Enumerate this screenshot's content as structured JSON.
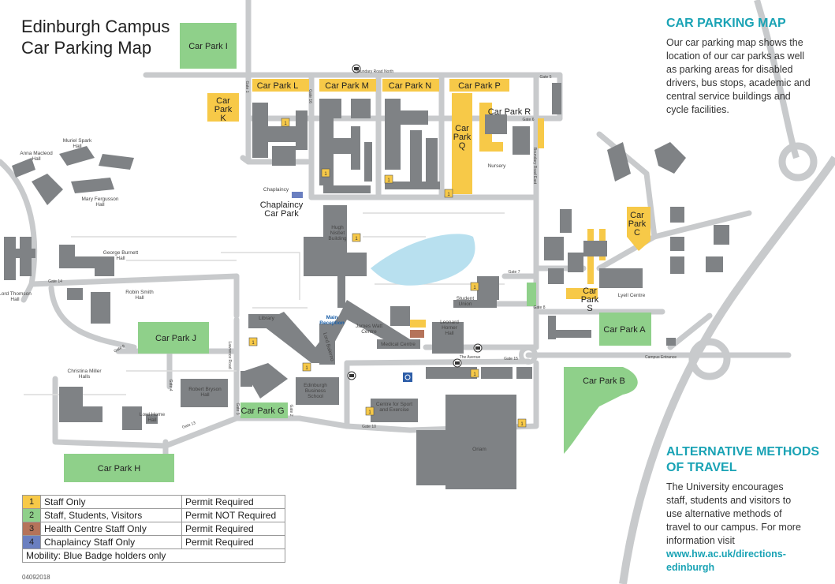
{
  "title": {
    "line1": "Edinburgh Campus",
    "line2": "Car Parking Map"
  },
  "side_top": {
    "heading": "CAR PARKING MAP",
    "lines": [
      "Our car parking map shows the",
      "location of our car parks as well",
      "as parking areas for disabled",
      "drivers, bus stops, academic and",
      "central service buildings and",
      "cycle facilities."
    ]
  },
  "side_bottom": {
    "heading_lines": [
      "ALTERNATIVE METHODS",
      "OF TRAVEL"
    ],
    "lines": [
      "The University encourages",
      "staff, students and visitors to",
      "use alternative methods of",
      "travel to our campus. For more",
      "information visit"
    ],
    "link_lines": [
      "www.hw.ac.uk/directions-",
      "edinburgh"
    ]
  },
  "legend": {
    "rows": [
      {
        "num": "1",
        "label": "Staff Only",
        "permit": "Permit Required",
        "color": "#f7c948"
      },
      {
        "num": "2",
        "label": "Staff, Students, Visitors",
        "permit": "Permit NOT Required",
        "color": "#8fd08a"
      },
      {
        "num": "3",
        "label": "Health Centre Staff Only",
        "permit": "Permit Required",
        "color": "#b5735a"
      },
      {
        "num": "4",
        "label": "Chaplaincy Staff Only",
        "permit": "Permit Required",
        "color": "#6a7fc0"
      }
    ],
    "mobility": "Mobility: Blue Badge holders only"
  },
  "doc_code": "04092018",
  "colors": {
    "road": "#c8cacc",
    "building": "#7f8285",
    "staff_park": "#f7c948",
    "open_park": "#8fd08a",
    "water": "#b8e0ef",
    "accent": "#1aa3b5"
  },
  "car_parks": [
    {
      "id": "I",
      "lines": [
        "Car Park I"
      ],
      "type": "open"
    },
    {
      "id": "K",
      "lines": [
        "Car",
        "Park",
        "K"
      ],
      "type": "staff"
    },
    {
      "id": "L",
      "lines": [
        "Car Park L"
      ],
      "type": "staff"
    },
    {
      "id": "M",
      "lines": [
        "Car Park M"
      ],
      "type": "staff"
    },
    {
      "id": "N",
      "lines": [
        "Car Park N"
      ],
      "type": "staff"
    },
    {
      "id": "P",
      "lines": [
        "Car Park P"
      ],
      "type": "staff"
    },
    {
      "id": "Q",
      "lines": [
        "Car",
        "Park",
        "Q"
      ],
      "type": "staff"
    },
    {
      "id": "R",
      "lines": [
        "Car Park R"
      ],
      "type": "staff"
    },
    {
      "id": "C",
      "lines": [
        "Car",
        "Park",
        "C"
      ],
      "type": "staff"
    },
    {
      "id": "S",
      "lines": [
        "Car",
        "Park",
        "S"
      ],
      "type": "staff"
    },
    {
      "id": "A",
      "lines": [
        "Car Park A"
      ],
      "type": "open"
    },
    {
      "id": "B",
      "lines": [
        "Car Park B"
      ],
      "type": "open"
    },
    {
      "id": "J",
      "lines": [
        "Car Park J"
      ],
      "type": "open"
    },
    {
      "id": "G",
      "lines": [
        "Car Park G"
      ],
      "type": "open"
    },
    {
      "id": "H",
      "lines": [
        "Car Park H"
      ],
      "type": "open"
    },
    {
      "id": "Chaplaincy",
      "lines": [
        "Chaplaincy",
        "Car Park"
      ],
      "type": "chaplaincy"
    }
  ],
  "buildings": [
    {
      "id": "anna-macleod",
      "lines": [
        "Anna Macleod",
        "Hall"
      ]
    },
    {
      "id": "muriel-spark",
      "lines": [
        "Muriel Spark",
        "Hall"
      ]
    },
    {
      "id": "mary-fergusson",
      "lines": [
        "Mary Fergusson",
        "Hall"
      ]
    },
    {
      "id": "george-burnett",
      "lines": [
        "George Burnett",
        "Hall"
      ]
    },
    {
      "id": "robin-smith",
      "lines": [
        "Robin Smith",
        "Hall"
      ]
    },
    {
      "id": "lord-thomson",
      "lines": [
        "Lord Thomson",
        "Hall"
      ]
    },
    {
      "id": "christina-miller",
      "lines": [
        "Christina Miller",
        "Halls"
      ]
    },
    {
      "id": "lord-home",
      "lines": [
        "Lord Home",
        "Hall"
      ]
    },
    {
      "id": "robert-bryson",
      "lines": [
        "Robert Bryson",
        "Hall"
      ]
    },
    {
      "id": "hugh-nisbet",
      "lines": [
        "Hugh",
        "Nisbet",
        "Building"
      ]
    },
    {
      "id": "chaplaincy",
      "lines": [
        "Chaplaincy"
      ]
    },
    {
      "id": "library",
      "lines": [
        "Library"
      ]
    },
    {
      "id": "main-reception",
      "lines": [
        "Main",
        "Reception"
      ]
    },
    {
      "id": "james-watt",
      "lines": [
        "James Watt",
        "Centre"
      ]
    },
    {
      "id": "medical-centre",
      "lines": [
        "Medical Centre"
      ]
    },
    {
      "id": "leonard-horner",
      "lines": [
        "Leonard",
        "Horner",
        "Hall"
      ]
    },
    {
      "id": "student-union",
      "lines": [
        "Student",
        "Union"
      ]
    },
    {
      "id": "edinburgh-business-school",
      "lines": [
        "Edinburgh",
        "Business",
        "School"
      ]
    },
    {
      "id": "sport-exercise",
      "lines": [
        "Centre for Sport",
        "and Exercise"
      ]
    },
    {
      "id": "oriam",
      "lines": [
        "Oriam"
      ]
    },
    {
      "id": "lyell-centre",
      "lines": [
        "Lyell Centre"
      ]
    },
    {
      "id": "nursery",
      "lines": [
        "Nursery"
      ]
    },
    {
      "id": "lord-balerno",
      "lines": [
        "Lord Balerno"
      ]
    }
  ],
  "roads": [
    {
      "id": "boundary-road-north",
      "label": "Boundary Road North"
    },
    {
      "id": "boundary-road-east",
      "label": "Boundary Road East"
    },
    {
      "id": "the-avenue",
      "label": "The Avenue"
    },
    {
      "id": "campus-entrance",
      "label": "Campus Entrance"
    },
    {
      "id": "lawrence-road",
      "label": "Lawrence Road"
    }
  ],
  "gates": [
    {
      "id": "gate-1",
      "label": "Gate 1"
    },
    {
      "id": "gate-2",
      "label": "Gate 2"
    },
    {
      "id": "gate-3",
      "label": "Gate 3"
    },
    {
      "id": "gate-4",
      "label": "Gate 4"
    },
    {
      "id": "gate-5",
      "label": "Gate 5"
    },
    {
      "id": "gate-6",
      "label": "Gate 6"
    },
    {
      "id": "gate-7",
      "label": "Gate 7"
    },
    {
      "id": "gate-8",
      "label": "Gate 8"
    },
    {
      "id": "gate-9",
      "label": "Gate 9"
    },
    {
      "id": "gate-10",
      "label": "Gate 10"
    },
    {
      "id": "gate-13",
      "label": "Gate 13"
    },
    {
      "id": "gate-14",
      "label": "Gate 14"
    },
    {
      "id": "gate-15",
      "label": "Gate 15"
    },
    {
      "id": "gate-16",
      "label": "Gate 16"
    }
  ],
  "symbols": {
    "staff_badge": "1",
    "bus_stop": "bus-stop-icon",
    "disabled": "wheelchair-icon"
  }
}
